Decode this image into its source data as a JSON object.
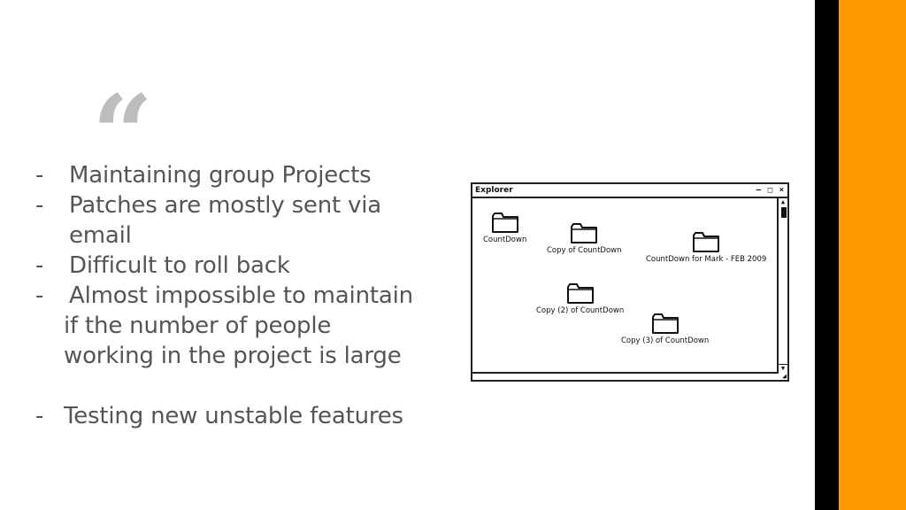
{
  "slide": {
    "quote_mark": "“",
    "bullets": [
      {
        "dash": "-",
        "text": "Maintaining group Projects"
      },
      {
        "dash": "-",
        "text": "Patches are mostly sent via"
      },
      {
        "dash": "",
        "text": "email"
      },
      {
        "dash": "-",
        "text": "Difficult to roll back"
      },
      {
        "dash": "-",
        "text": "Almost impossible to maintain"
      },
      {
        "dash": "",
        "text": "if the number of people"
      },
      {
        "dash": "",
        "text": "working in the project is large"
      },
      {
        "dash": "-",
        "text": "Testing new unstable features"
      }
    ]
  },
  "explorer": {
    "title": "Explorer",
    "controls": "– □ ×",
    "folders": [
      {
        "label": "CountDown"
      },
      {
        "label": "Copy of CountDown"
      },
      {
        "label": "CountDown for Mark - FEB 2009"
      },
      {
        "label": "Copy (2) of CountDown"
      },
      {
        "label": "Copy (3) of CountDown"
      }
    ]
  },
  "colors": {
    "accent_orange": "#ff9900",
    "bar_black": "#000000",
    "text_gray": "#555555",
    "quote_gray": "#bdbdbd"
  }
}
